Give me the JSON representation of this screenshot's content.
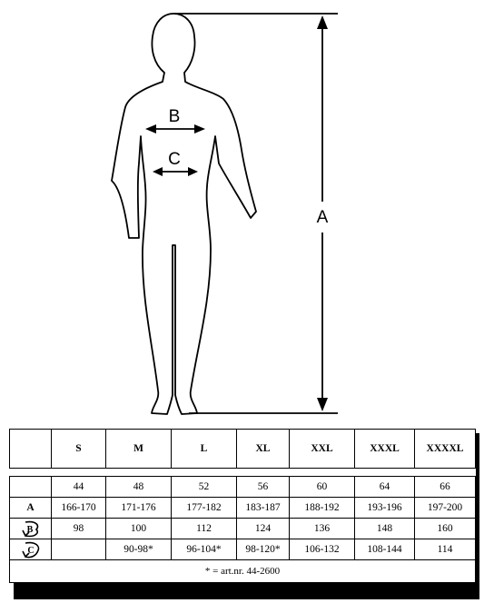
{
  "figure": {
    "labels": {
      "height": "A",
      "chest": "B",
      "waist": "C"
    }
  },
  "table": {
    "sizes": [
      "S",
      "M",
      "L",
      "XL",
      "XXL",
      "XXXL",
      "XXXXL"
    ],
    "rows": [
      {
        "label": "",
        "icon": null,
        "values": [
          "44",
          "48",
          "52",
          "56",
          "60",
          "64",
          "66"
        ]
      },
      {
        "label": "A",
        "icon": null,
        "values": [
          "166-170",
          "171-176",
          "177-182",
          "183-187",
          "188-192",
          "193-196",
          "197-200"
        ]
      },
      {
        "label": "",
        "icon": "chest-circumference-icon",
        "values": [
          "98",
          "100",
          "112",
          "124",
          "136",
          "148",
          "160"
        ]
      },
      {
        "label": "",
        "icon": "waist-circumference-icon",
        "values": [
          "",
          "90-98*",
          "96-104*",
          "98-120*",
          "106-132",
          "108-144",
          "114"
        ]
      }
    ],
    "footnote": "* = art.nr. 44-2600"
  }
}
